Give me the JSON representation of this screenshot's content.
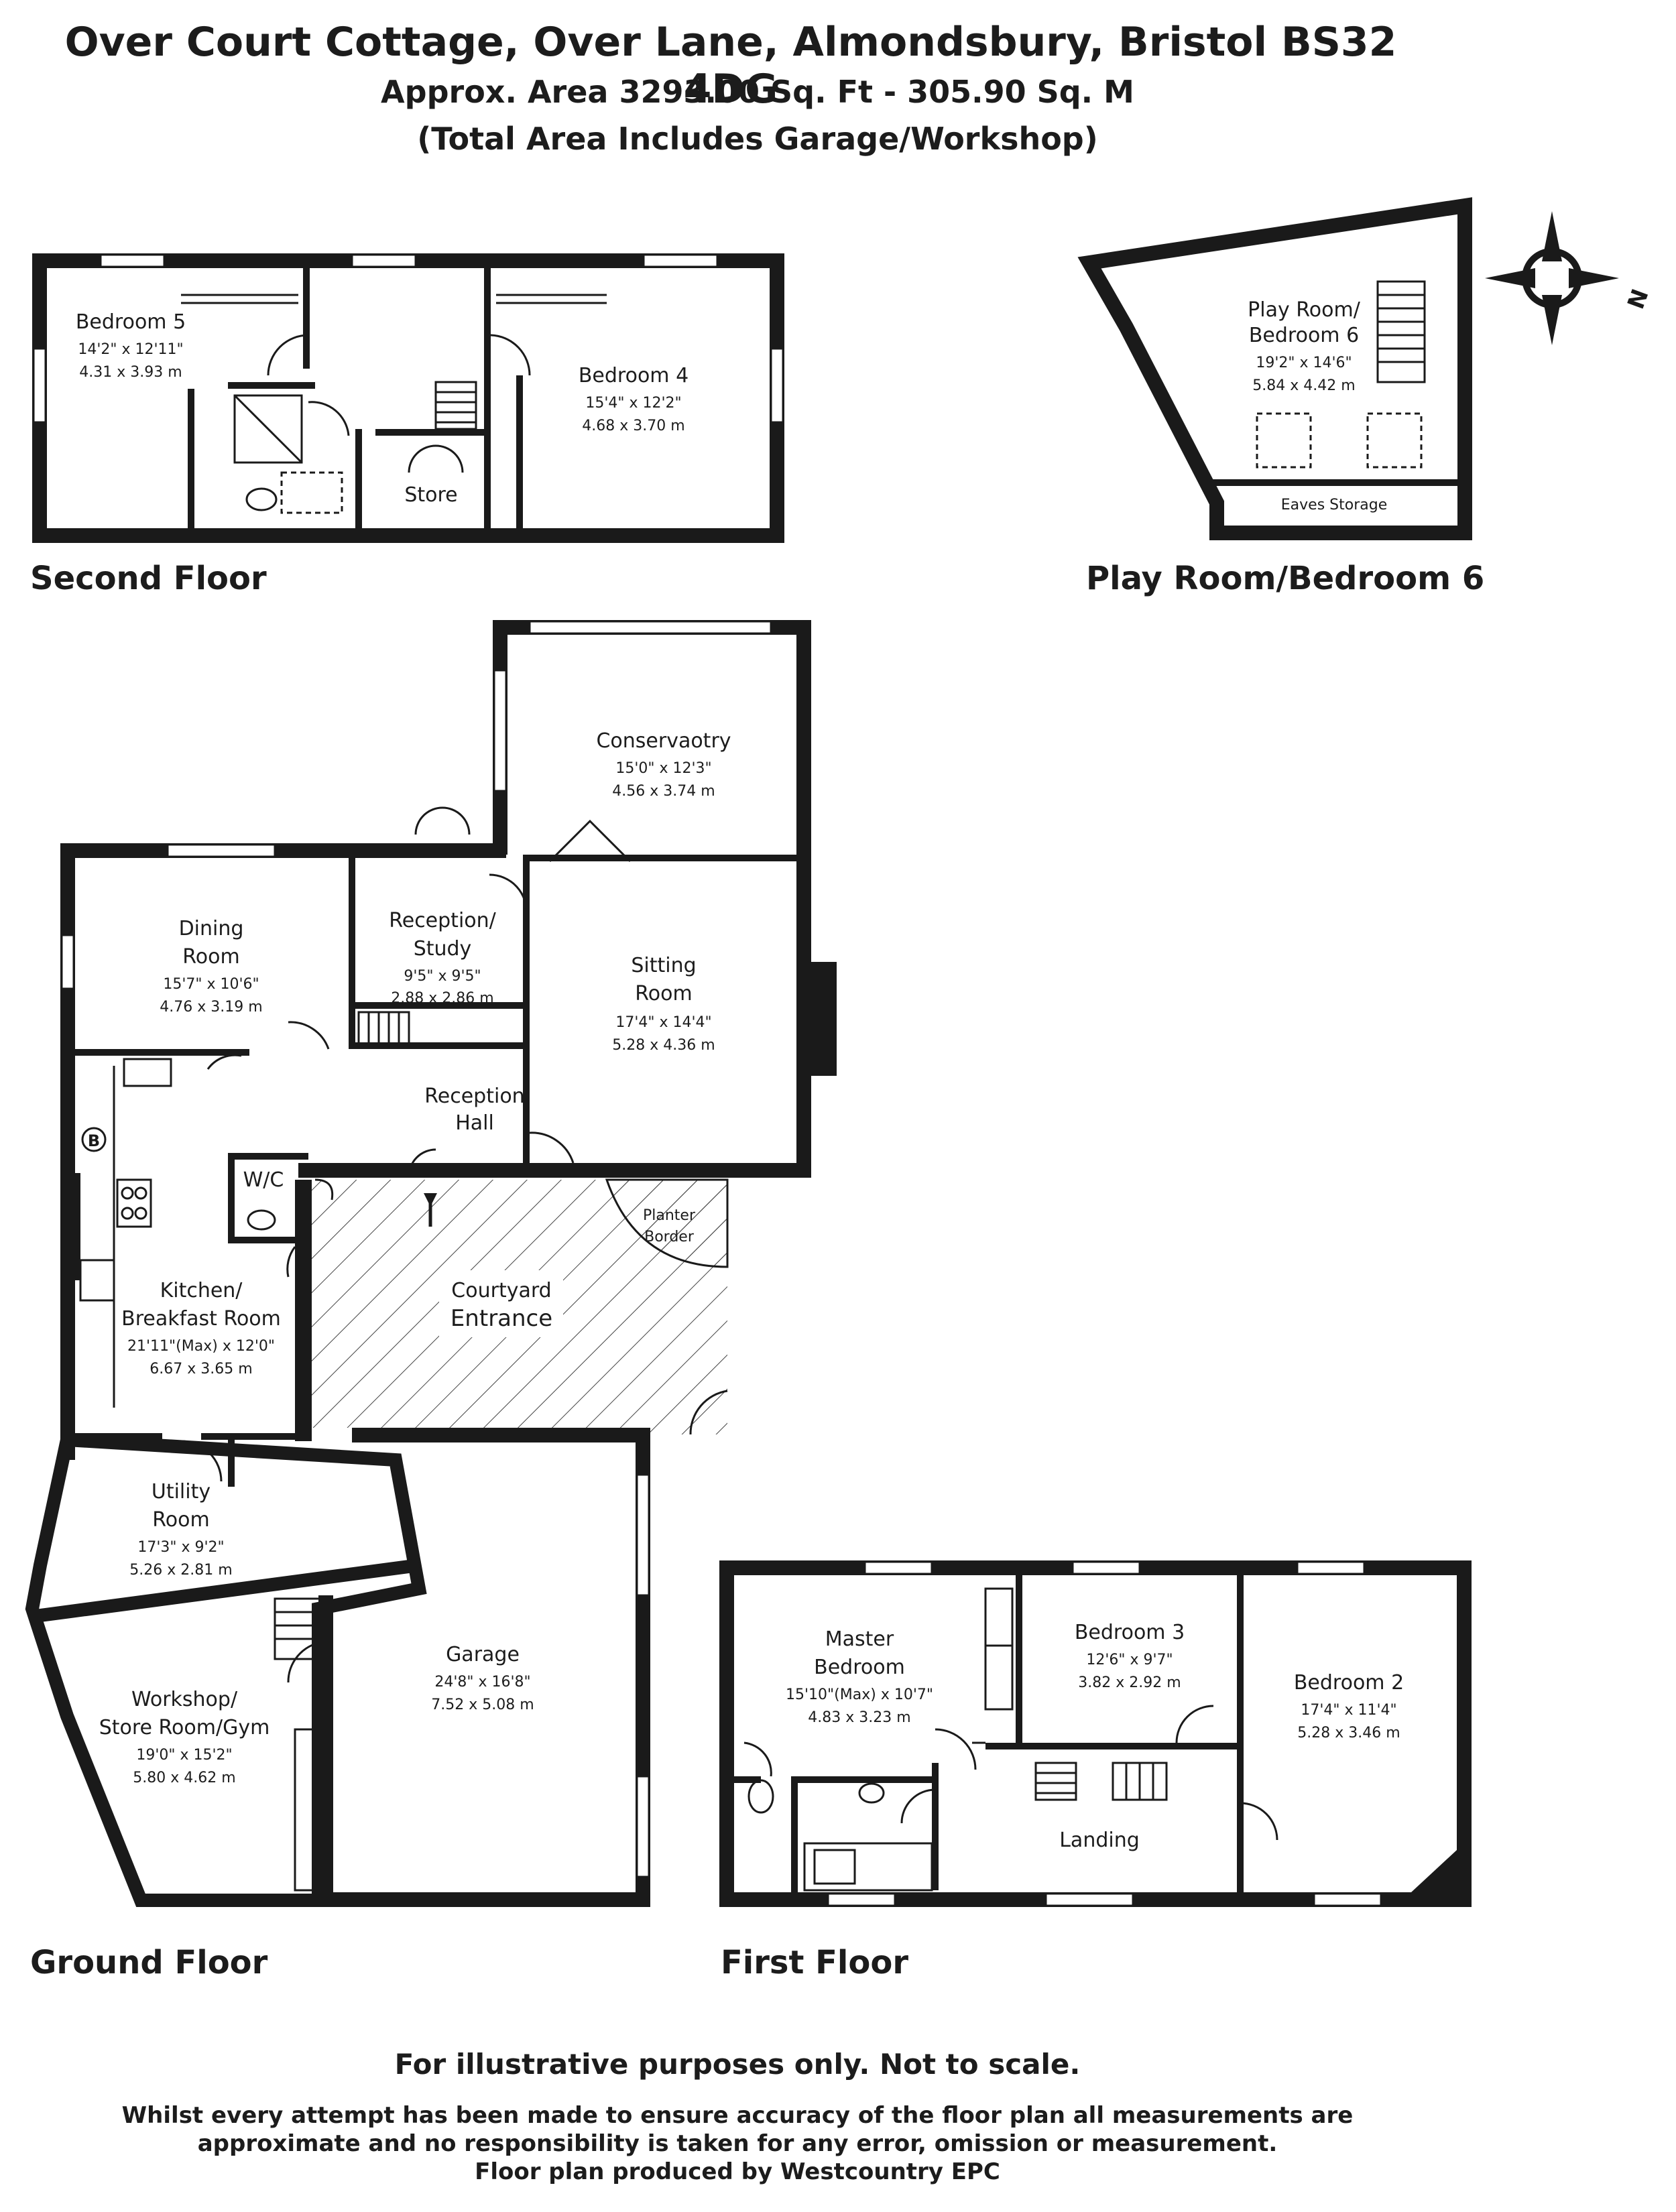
{
  "header": {
    "address": "Over Court Cottage, Over Lane, Almondsbury, Bristol  BS32 4DG",
    "area": "Approx. Area 3293.00 Sq. Ft - 305.90 Sq. M",
    "note": "(Total Area Includes Garage/Workshop)"
  },
  "floors": {
    "second": "Second Floor",
    "playroom": "Play Room/Bedroom 6",
    "ground": "Ground Floor",
    "first": "First Floor"
  },
  "rooms": {
    "bedroom5": {
      "name": "Bedroom 5",
      "imp": "14'2\" x 12'11\"",
      "met": "4.31 x 3.93 m"
    },
    "bedroom4": {
      "name": "Bedroom 4",
      "imp": "15'4\" x 12'2\"",
      "met": "4.68 x 3.70 m"
    },
    "store": {
      "name": "Store"
    },
    "playroom": {
      "name1": "Play Room/",
      "name2": "Bedroom 6",
      "imp": "19'2\" x 14'6\"",
      "met": "5.84 x 4.42 m"
    },
    "eaves": {
      "name": "Eaves Storage"
    },
    "conservatory": {
      "name": "Conservaotry",
      "imp": "15'0\" x 12'3\"",
      "met": "4.56 x 3.74 m"
    },
    "dining": {
      "name1": "Dining",
      "name2": "Room",
      "imp": "15'7\" x 10'6\"",
      "met": "4.76 x 3.19 m"
    },
    "reception_study": {
      "name1": "Reception/",
      "name2": "Study",
      "imp": "9'5\" x 9'5\"",
      "met": "2.88 x 2.86 m"
    },
    "sitting": {
      "name1": "Sitting",
      "name2": "Room",
      "imp": "17'4\" x 14'4\"",
      "met": "5.28 x 4.36 m"
    },
    "reception_hall": {
      "name1": "Reception",
      "name2": "Hall"
    },
    "wc": {
      "name": "W/C"
    },
    "boiler": {
      "name": "B"
    },
    "planter": {
      "name1": "Planter",
      "name2": "Border"
    },
    "courtyard": {
      "name1": "Courtyard",
      "name2": "Entrance"
    },
    "kitchen": {
      "name1": "Kitchen/",
      "name2": "Breakfast Room",
      "imp": "21'11\"(Max) x 12'0\"",
      "met": "6.67 x 3.65 m"
    },
    "utility": {
      "name1": "Utility",
      "name2": "Room",
      "imp": "17'3\" x 9'2\"",
      "met": "5.26 x 2.81 m"
    },
    "garage": {
      "name": "Garage",
      "imp": "24'8\" x 16'8\"",
      "met": "7.52 x 5.08 m"
    },
    "workshop": {
      "name1": "Workshop/",
      "name2": "Store Room/Gym",
      "imp": "19'0\" x 15'2\"",
      "met": "5.80 x 4.62 m"
    },
    "master": {
      "name1": "Master",
      "name2": "Bedroom",
      "imp": "15'10\"(Max) x 10'7\"",
      "met": "4.83 x 3.23 m"
    },
    "bedroom3": {
      "name": "Bedroom 3",
      "imp": "12'6\" x 9'7\"",
      "met": "3.82 x 2.92 m"
    },
    "bedroom2": {
      "name": "Bedroom 2",
      "imp": "17'4\" x 11'4\"",
      "met": "5.28 x 3.46 m"
    },
    "landing": {
      "name": "Landing"
    }
  },
  "compass": {
    "label": "N"
  },
  "footer": {
    "disclaimer": "For illustrative purposes only. Not to scale.",
    "line1": "Whilst every attempt has been made to ensure accuracy of the floor plan all measurements are",
    "line2": "approximate and no responsibility is taken for any error, omission or measurement.",
    "line3": "Floor plan produced by Westcountry EPC"
  }
}
